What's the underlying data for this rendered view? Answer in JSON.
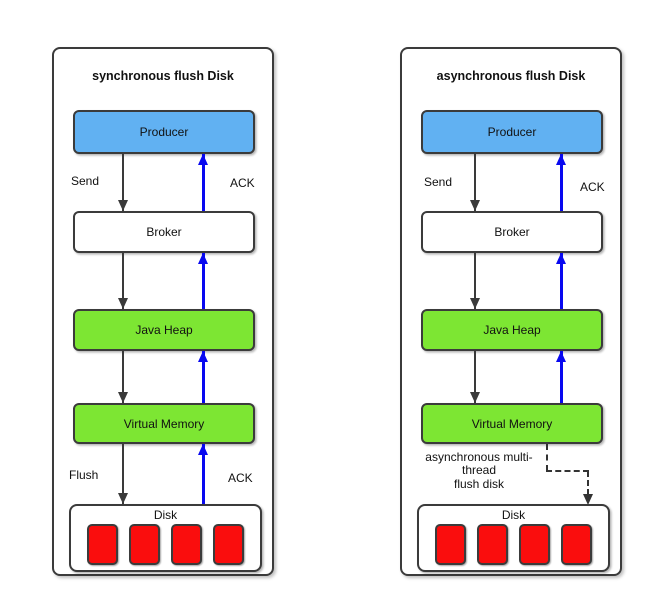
{
  "left_panel": {
    "title": "synchronous flush Disk",
    "nodes": {
      "producer": "Producer",
      "broker": "Broker",
      "java_heap": "Java Heap",
      "virtual_memory": "Virtual Memory",
      "disk": "Disk"
    },
    "edge_labels": {
      "send": "Send",
      "ack_top": "ACK",
      "flush": "Flush",
      "ack_bottom": "ACK"
    }
  },
  "right_panel": {
    "title": "asynchronous flush Disk",
    "nodes": {
      "producer": "Producer",
      "broker": "Broker",
      "java_heap": "Java Heap",
      "virtual_memory": "Virtual Memory",
      "disk": "Disk"
    },
    "edge_labels": {
      "send": "Send",
      "ack_top": "ACK",
      "async_note": "asynchronous multi-\nthread\nflush disk"
    }
  },
  "colors": {
    "producer_fill": "#61B1F2",
    "memory_fill": "#7DE633",
    "disk_block_fill": "#FA0D0D",
    "down_arrow": "#3A3A3A",
    "up_arrow": "#0808F0",
    "border": "#3B3B3B",
    "background": "#FFFFFF"
  }
}
